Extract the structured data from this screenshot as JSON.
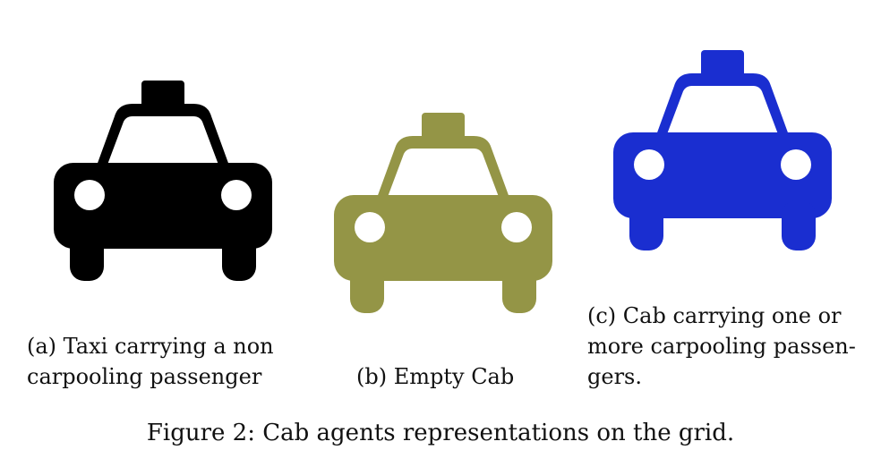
{
  "subfigures": [
    {
      "id": "a",
      "caption_lines": [
        "(a) Taxi carrying a non",
        "carpooling passenger"
      ],
      "icon": "taxi-icon",
      "color": "#000000"
    },
    {
      "id": "b",
      "caption_lines": [
        "(b) Empty Cab"
      ],
      "icon": "taxi-icon",
      "color": "#949546"
    },
    {
      "id": "c",
      "caption_lines": [
        "(c) Cab carrying one or",
        "more carpooling passen-",
        "gers."
      ],
      "icon": "taxi-icon",
      "color": "#1a2ed0"
    }
  ],
  "figure_caption": "Figure 2: Cab agents representations on the grid."
}
